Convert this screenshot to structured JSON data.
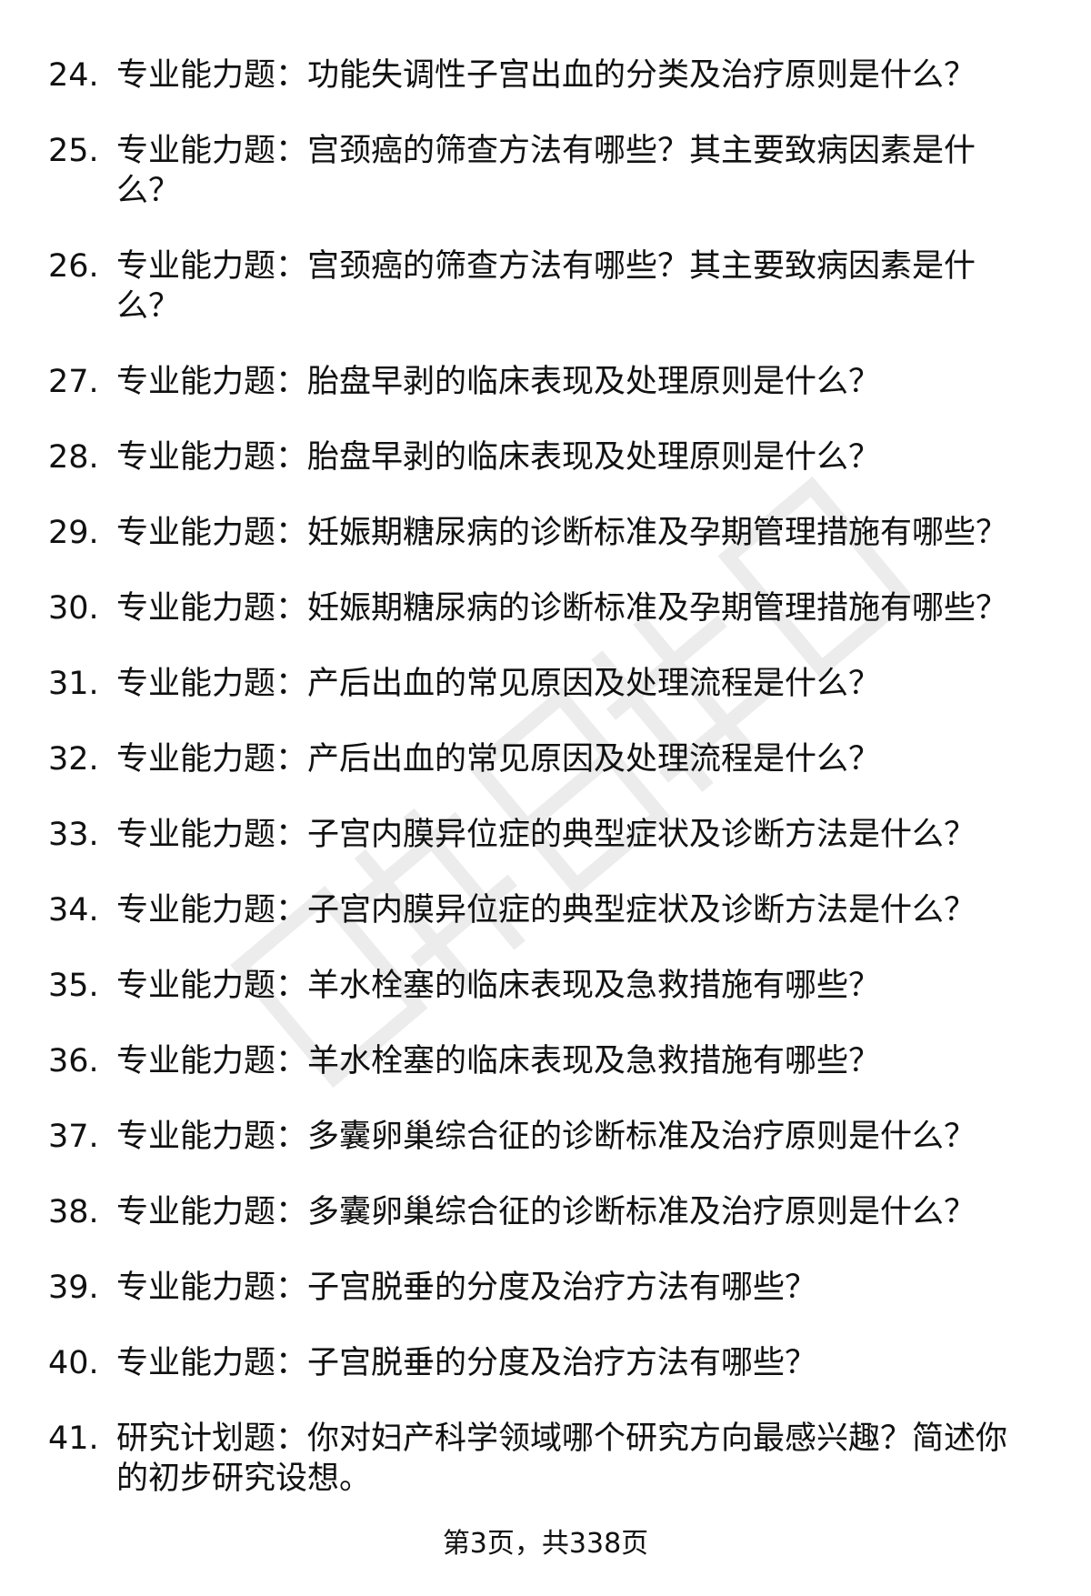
{
  "items": [
    {
      "num": "24.",
      "label": "专业能力题：",
      "lines": [
        "功能失调性子宫出血的分类及治疗原则是什么？"
      ]
    },
    {
      "num": "25.",
      "label": "专业能力题：",
      "lines": [
        "宫颈癌的筛查方法有哪些？其主要致病因素是什",
        "么？"
      ]
    },
    {
      "num": "26.",
      "label": "专业能力题：",
      "lines": [
        "宫颈癌的筛查方法有哪些？其主要致病因素是什",
        "么？"
      ]
    },
    {
      "num": "27.",
      "label": "专业能力题：",
      "lines": [
        "胎盘早剥的临床表现及处理原则是什么？"
      ]
    },
    {
      "num": "28.",
      "label": "专业能力题：",
      "lines": [
        "胎盘早剥的临床表现及处理原则是什么？"
      ]
    },
    {
      "num": "29.",
      "label": "专业能力题：",
      "lines": [
        "妊娠期糖尿病的诊断标准及孕期管理措施有哪些？"
      ]
    },
    {
      "num": "30.",
      "label": "专业能力题：",
      "lines": [
        "妊娠期糖尿病的诊断标准及孕期管理措施有哪些？"
      ]
    },
    {
      "num": "31.",
      "label": "专业能力题：",
      "lines": [
        "产后出血的常见原因及处理流程是什么？"
      ]
    },
    {
      "num": "32.",
      "label": "专业能力题：",
      "lines": [
        "产后出血的常见原因及处理流程是什么？"
      ]
    },
    {
      "num": "33.",
      "label": "专业能力题：",
      "lines": [
        "子宫内膜异位症的典型症状及诊断方法是什么？"
      ]
    },
    {
      "num": "34.",
      "label": "专业能力题：",
      "lines": [
        "子宫内膜异位症的典型症状及诊断方法是什么？"
      ]
    },
    {
      "num": "35.",
      "label": "专业能力题：",
      "lines": [
        "羊水栓塞的临床表现及急救措施有哪些？"
      ]
    },
    {
      "num": "36.",
      "label": "专业能力题：",
      "lines": [
        "羊水栓塞的临床表现及急救措施有哪些？"
      ]
    },
    {
      "num": "37.",
      "label": "专业能力题：",
      "lines": [
        "多囊卵巢综合征的诊断标准及治疗原则是什么？"
      ]
    },
    {
      "num": "38.",
      "label": "专业能力题：",
      "lines": [
        "多囊卵巢综合征的诊断标准及治疗原则是什么？"
      ]
    },
    {
      "num": "39.",
      "label": "专业能力题：",
      "lines": [
        "子宫脱垂的分度及治疗方法有哪些？"
      ]
    },
    {
      "num": "40.",
      "label": "专业能力题：",
      "lines": [
        "子宫脱垂的分度及治疗方法有哪些？"
      ]
    },
    {
      "num": "41.",
      "label": "研究计划题：",
      "lines": [
        "你对妇产科学领域哪个研究方向最感兴趣？简述你",
        "的初步研究设想。"
      ]
    }
  ],
  "footer": "第3页，共338页"
}
